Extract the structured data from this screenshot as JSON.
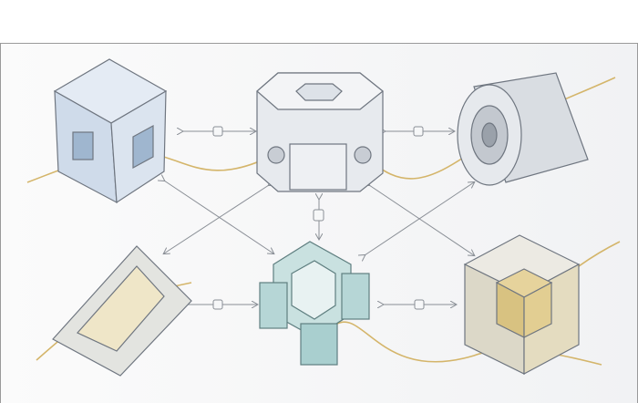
{
  "colors": {
    "background": "#f4f5f7",
    "frame": "#9a9a9a",
    "metal": "#dfe3e8",
    "outline": "#6f7680",
    "connector_wire": "#d4b56a",
    "arrow": "#8a8f96",
    "blue_tint": "#c9d9ec",
    "teal_tint": "#bcdcdc",
    "gold_tint": "#e6d39c"
  },
  "modules": [
    {
      "id": "cube",
      "shape": "cube"
    },
    {
      "id": "octagon",
      "shape": "octagonal-prism"
    },
    {
      "id": "cylinder",
      "shape": "cylinder"
    },
    {
      "id": "triangle",
      "shape": "triangular-prism"
    },
    {
      "id": "knot",
      "shape": "interlocked-knot"
    },
    {
      "id": "cluster",
      "shape": "cube-cluster"
    }
  ],
  "connections": [
    [
      "cube",
      "octagon"
    ],
    [
      "octagon",
      "cylinder"
    ],
    [
      "octagon",
      "knot"
    ],
    [
      "triangle",
      "knot"
    ],
    [
      "knot",
      "cluster"
    ],
    [
      "cube",
      "knot"
    ],
    [
      "octagon",
      "triangle"
    ],
    [
      "octagon",
      "cluster"
    ],
    [
      "knot",
      "cylinder"
    ]
  ]
}
